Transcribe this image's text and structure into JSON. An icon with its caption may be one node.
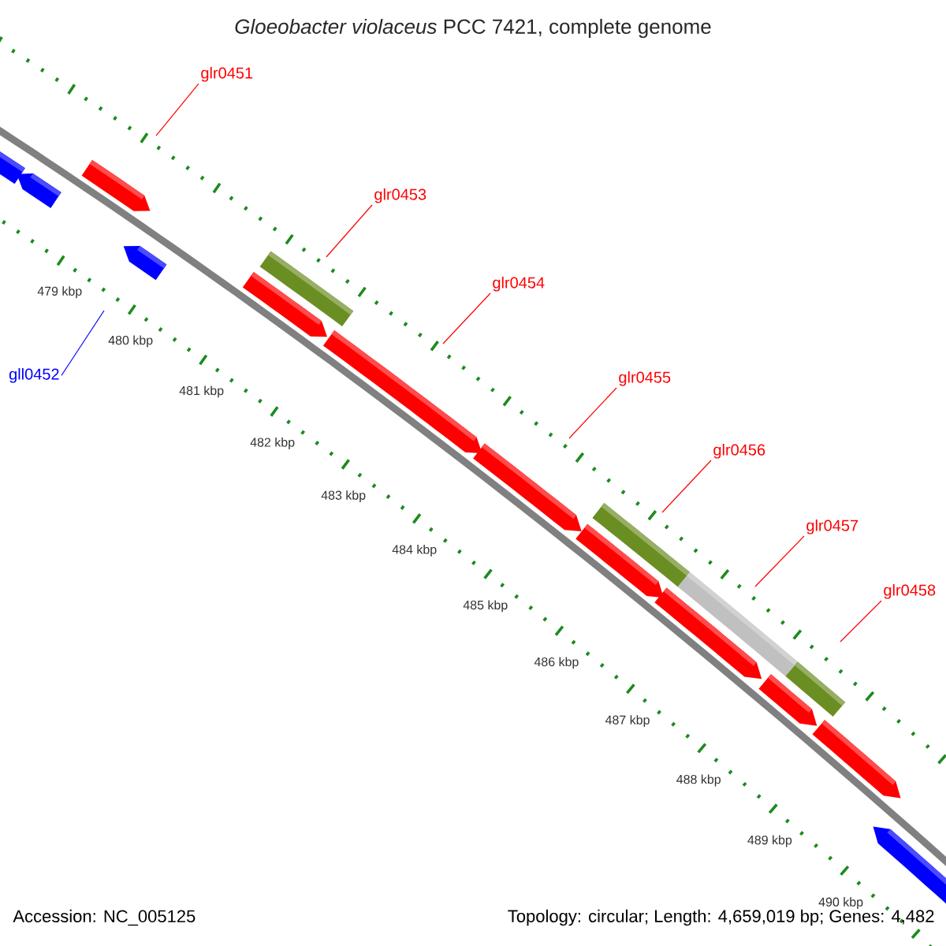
{
  "diagram": {
    "title": "*Gloeobacter violaceus* PCC 7421, complete genome",
    "nodes": [
      {
        "text": [
          "glr0451"
        ]
      },
      {
        "text": [
          "gll0452"
        ]
      },
      {
        "text": [
          "glr0453"
        ]
      },
      {
        "text": [
          "glr0454"
        ]
      },
      {
        "text": [
          "glr0455"
        ]
      },
      {
        "text": [
          "glr0456"
        ]
      },
      {
        "text": [
          "glr0457"
        ]
      },
      {
        "text": [
          "glr0458"
        ]
      }
    ],
    "edges": [
      {
        "from": 0,
        "to": null,
        "arrow": "none"
      },
      {
        "from": 1,
        "to": null,
        "arrow": "none",
        "color": "#0000ff"
      },
      {
        "from": 2,
        "to": null,
        "arrow": "none"
      },
      {
        "from": 3,
        "to": null,
        "arrow": "none"
      },
      {
        "from": 4,
        "to": null,
        "arrow": "none"
      },
      {
        "from": 5,
        "to": null,
        "arrow": "none"
      },
      {
        "from": 6,
        "to": null,
        "arrow": "none"
      },
      {
        "from": 7,
        "to": null,
        "arrow": "none"
      }
    ],
    "labels": [
      "479 kbp",
      "480 kbp",
      "481 kbp",
      "482 kbp",
      "483 kbp",
      "484 kbp",
      "485 kbp",
      "486 kbp",
      "487 kbp",
      "488 kbp",
      "489 kbp",
      "490 kbp",
      "Accession: NC_005125",
      "Topology: circular; Length: 4,659,019 bp; Genes: 4,482"
    ]
  }
}
